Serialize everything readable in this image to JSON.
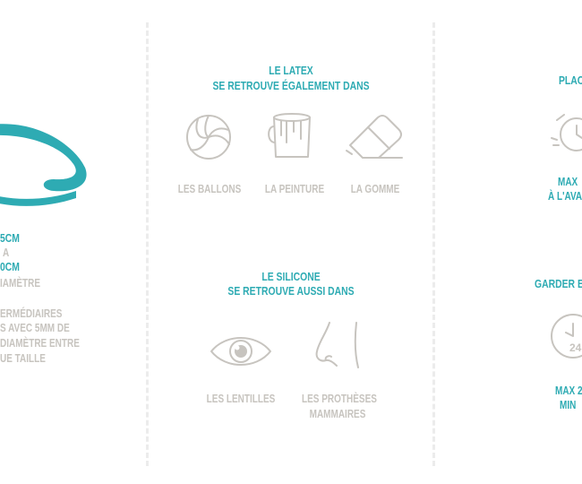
{
  "left": {
    "size_lines": [
      "5CM",
      "A",
      "0CM",
      "IAMÈTRE"
    ],
    "sizes_note_lines": [
      "ERMÉDIAIRES",
      "S AVEC 5MM DE",
      " DIAMÈTRE ENTRE",
      "UE TAILLE"
    ]
  },
  "latex": {
    "heading_lines": [
      "LE LATEX",
      "SE RETROUVE ÉGALEMENT DANS"
    ],
    "items": [
      {
        "icon": "volleyball-icon",
        "label": "LES BALLONS"
      },
      {
        "icon": "paint-bucket-icon",
        "label": "LA PEINTURE"
      },
      {
        "icon": "eraser-icon",
        "label": "LA GOMME"
      }
    ]
  },
  "silicone": {
    "heading_lines": [
      "LE SILICONE",
      "SE RETROUVE AUSSI DANS"
    ],
    "items": [
      {
        "icon": "eye-icon",
        "label": "LES LENTILLES"
      },
      {
        "icon": "breast-prosthesis-icon",
        "label_lines": [
          "LES PROTHÈSES",
          "MAMMAIRES"
        ]
      }
    ]
  },
  "right": {
    "top_heading": "PLAC",
    "top_note_lines": [
      "MAX",
      "À L'AVA"
    ],
    "bottom_heading": "GARDER EI",
    "bottom_note_lines": [
      "MAX 2",
      "MIN"
    ],
    "clock_label": "24"
  },
  "colors": {
    "teal": "#2eabb3",
    "grey": "#c7c4bf",
    "divider": "#ececec"
  }
}
